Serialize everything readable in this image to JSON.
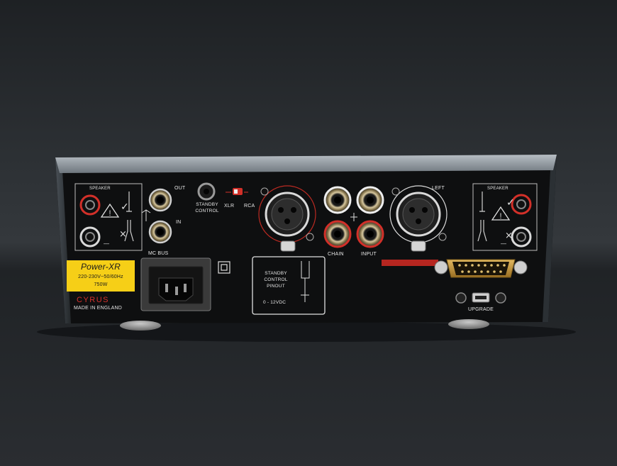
{
  "left_speaker_panel": {
    "title": "SPEAKER",
    "minus": "—"
  },
  "right_speaker_panel": {
    "title": "SPEAKER",
    "minus": "—"
  },
  "mc_bus": {
    "out_label": "OUT",
    "in_label": "IN",
    "title": "MC BUS"
  },
  "standby_control": {
    "title_line1": "STANDBY",
    "title_line2": "CONTROL",
    "switch_left": "XLR",
    "switch_right": "RCA"
  },
  "rca_section": {
    "chain_label": "CHAIN",
    "input_label": "INPUT",
    "right_channel_label": "LEFT"
  },
  "rating_label": {
    "model": "Power-XR",
    "voltage": "220-230V~50/60Hz",
    "power": "750W",
    "label_color": "#f6cf17"
  },
  "branding": {
    "logo": "CYRUS",
    "made_in": "MADE IN ENGLAND",
    "logo_color": "#c8322c"
  },
  "pinout_box": {
    "line1": "STANDBY",
    "line2": "CONTROL",
    "line3": "PINOUT",
    "voltage": "0 - 12VDC"
  },
  "upgrade": {
    "label": "UPGRADE"
  },
  "colors": {
    "chassis": "#0e0f10",
    "top_silver": "#8e969c",
    "accent_red": "#c8281f",
    "serial_gold": "#c99a3a"
  }
}
